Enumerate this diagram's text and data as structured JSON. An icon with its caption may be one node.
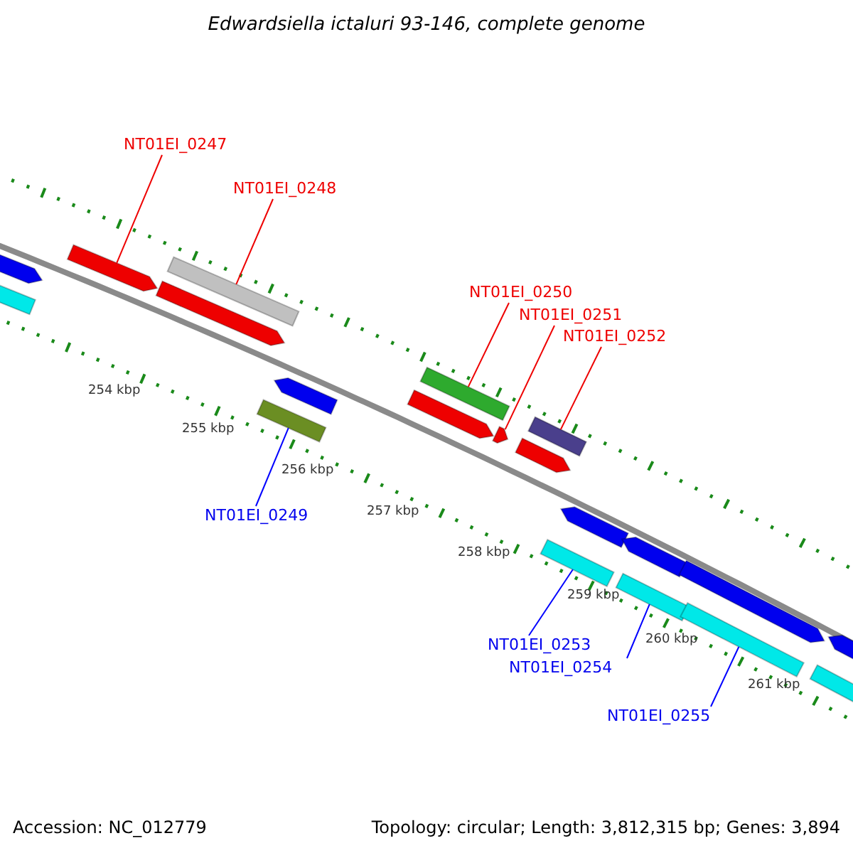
{
  "diagram": {
    "title": "Edwardsiella ictaluri 93-146, complete genome",
    "nodes": [
      {
        "text": [
          "NT01EI_0247"
        ]
      },
      {
        "text": [
          "NT01EI_0248"
        ]
      },
      {
        "text": [
          "NT01EI_0249"
        ]
      },
      {
        "text": [
          "NT01EI_0250"
        ]
      },
      {
        "text": [
          "NT01EI_0251"
        ]
      },
      {
        "text": [
          "NT01EI_0252"
        ]
      },
      {
        "text": [
          "NT01EI_0253"
        ]
      },
      {
        "text": [
          "NT01EI_0254"
        ]
      },
      {
        "text": [
          "NT01EI_0255"
        ]
      },
      {
        "text": [],
        "shape": "bar"
      },
      {
        "text": [],
        "shape": "bar"
      },
      {
        "text": [],
        "shape": "bar"
      },
      {
        "text": [],
        "shape": "bar"
      },
      {
        "text": [],
        "shape": "bar"
      },
      {
        "text": [],
        "shape": "bar"
      },
      {
        "text": [],
        "shape": "bar"
      },
      {
        "text": [],
        "shape": "bar"
      },
      {
        "text": [],
        "shape": "bar"
      },
      {
        "text": [],
        "shape": "bar"
      },
      {
        "text": [],
        "shape": "bar"
      },
      {
        "text": [],
        "shape": "bar"
      },
      {
        "text": [],
        "shape": "bar"
      },
      {
        "text": [],
        "shape": "bar"
      },
      {
        "text": [],
        "shape": "bar"
      },
      {
        "text": [],
        "shape": "bar"
      },
      {
        "text": [],
        "shape": "bar"
      },
      {
        "text": [],
        "shape": "bar"
      },
      {
        "text": [],
        "shape": "bar"
      },
      {
        "text": [],
        "shape": "bar"
      }
    ],
    "edges": [
      {
        "from": 0,
        "to": 11,
        "arrow": "none"
      },
      {
        "from": 1,
        "to": 13,
        "arrow": "none"
      },
      {
        "from": 2,
        "to": 14,
        "arrow": "none",
        "color": "#0000ff"
      },
      {
        "from": 3,
        "to": 17,
        "arrow": "none"
      },
      {
        "from": 4,
        "to": 18,
        "arrow": "none"
      },
      {
        "from": 5,
        "to": 20,
        "arrow": "none"
      },
      {
        "from": 6,
        "to": 21,
        "arrow": "none",
        "color": "#0000ff"
      },
      {
        "from": 7,
        "to": 24,
        "arrow": "none",
        "color": "#0000ff"
      },
      {
        "from": 8,
        "to": 25,
        "arrow": "none",
        "color": "#0000ff"
      }
    ],
    "labels": [
      "254 kbp",
      "255 kbp",
      "256 kbp",
      "257 kbp",
      "258 kbp",
      "259 kbp",
      "260 kbp",
      "261 kbp",
      "Accession: NC_012779",
      "Topology: circular; Length: 3,812,315 bp; Genes: 3,894"
    ]
  }
}
